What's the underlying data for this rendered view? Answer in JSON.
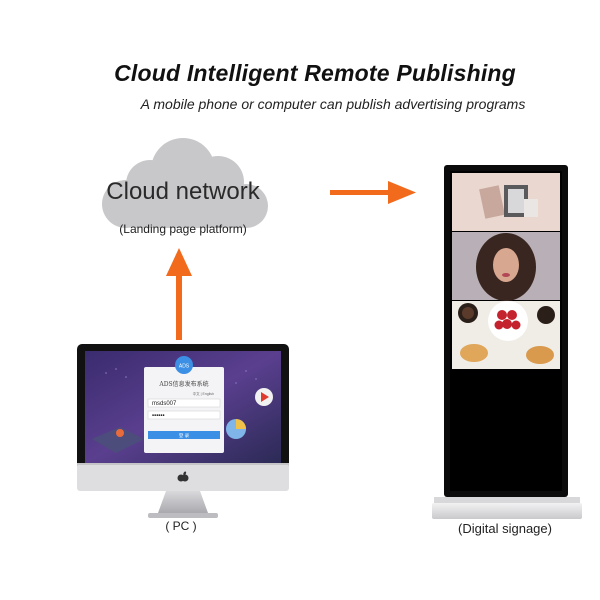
{
  "header": {
    "title": "Cloud Intelligent Remote Publishing",
    "subtitle": "A mobile phone or computer can publish advertising programs"
  },
  "cloud": {
    "label": "Cloud network",
    "sublabel": "(Landing page platform)"
  },
  "pc": {
    "label": "( PC )",
    "login": {
      "logo_text": "ADS",
      "title": "ADS信息发布系统",
      "lang": "中文 | English",
      "username": "msds007",
      "password": "••••••",
      "submit": "登 录"
    }
  },
  "signage": {
    "label": "(Digital signage)"
  },
  "colors": {
    "arrow": "#f26a1b",
    "cloud": "#c8c8ca"
  }
}
